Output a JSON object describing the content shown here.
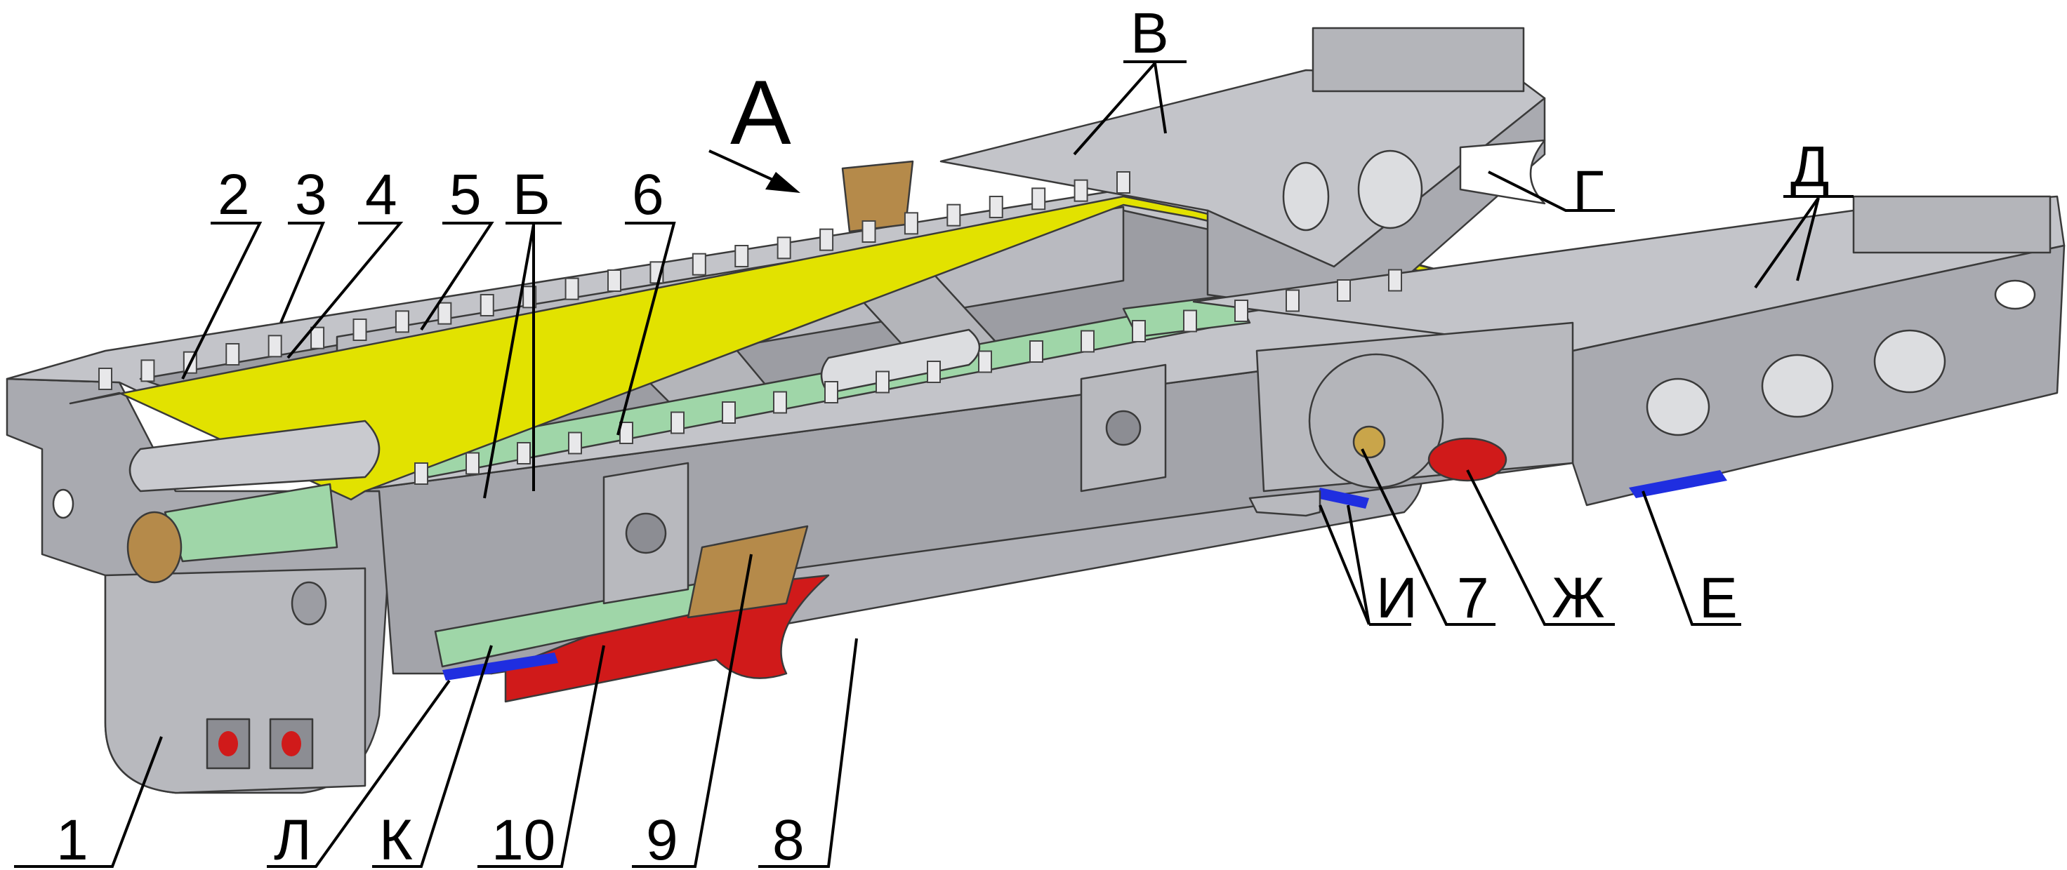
{
  "diagram": {
    "view_label": "А",
    "callouts": [
      {
        "id": "1",
        "text": "1"
      },
      {
        "id": "2",
        "text": "2"
      },
      {
        "id": "3",
        "text": "3"
      },
      {
        "id": "4",
        "text": "4"
      },
      {
        "id": "5",
        "text": "5"
      },
      {
        "id": "6",
        "text": "6"
      },
      {
        "id": "7",
        "text": "7"
      },
      {
        "id": "8",
        "text": "8"
      },
      {
        "id": "9",
        "text": "9"
      },
      {
        "id": "10",
        "text": "10"
      },
      {
        "id": "B",
        "text": "Б"
      },
      {
        "id": "V",
        "text": "В"
      },
      {
        "id": "G",
        "text": "Г"
      },
      {
        "id": "D",
        "text": "Д"
      },
      {
        "id": "E",
        "text": "Е"
      },
      {
        "id": "Zh",
        "text": "Ж"
      },
      {
        "id": "I",
        "text": "И"
      },
      {
        "id": "K",
        "text": "К"
      },
      {
        "id": "L",
        "text": "Л"
      }
    ],
    "colors": {
      "body": "#a9aab0",
      "body_light": "#c3c4c9",
      "body_dark": "#8c8d93",
      "gasket_yellow": "#e2e200",
      "panel_green": "#9fd6a8",
      "red_part": "#d01a1a",
      "blue_strip": "#1f2ee0",
      "bronze": "#b58a4a"
    }
  }
}
